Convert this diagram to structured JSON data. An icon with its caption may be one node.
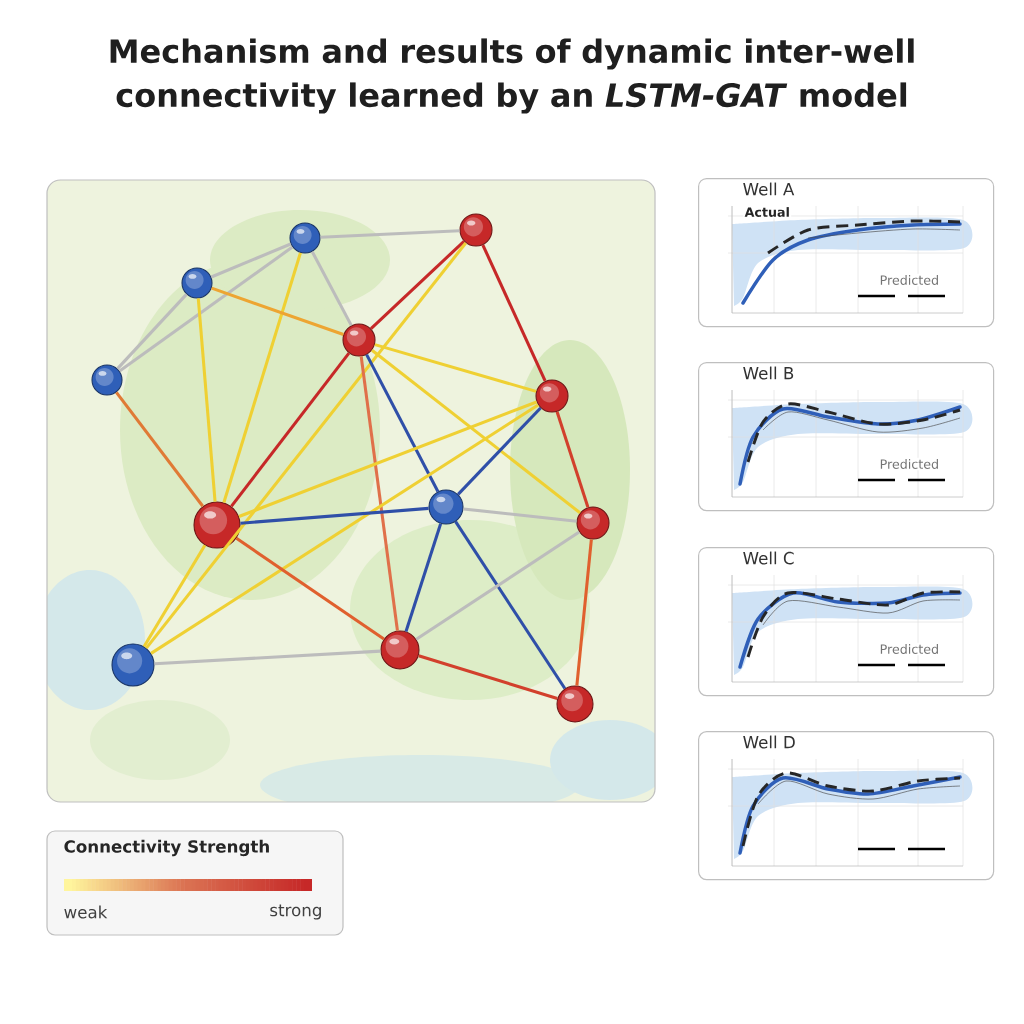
{
  "diagram": {
    "title": "Mechanism and results of dynamic inter-well connectivity learned by an *LSTM-GAT* model",
    "nodes": [
      {
        "text": [],
        "shape": "circle"
      },
      {
        "text": [],
        "shape": "circle"
      },
      {
        "text": [],
        "shape": "circle"
      },
      {
        "text": [],
        "shape": "circle"
      },
      {
        "text": [],
        "shape": "circle"
      },
      {
        "text": [],
        "shape": "circle"
      },
      {
        "text": [],
        "shape": "circle"
      },
      {
        "text": [],
        "shape": "circle"
      },
      {
        "text": [],
        "shape": "circle"
      },
      {
        "text": [],
        "shape": "circle"
      },
      {
        "text": [],
        "shape": "circle"
      },
      {
        "text": [],
        "shape": "circle"
      },
      {
        "text": [
          "Well A",
          "Actual",
          "Predicted"
        ]
      },
      {
        "text": [
          "Well B",
          "Predicted"
        ]
      },
      {
        "text": [
          "Well C",
          "Predicted"
        ]
      },
      {
        "text": [
          "Well D"
        ]
      }
    ],
    "edges": [
      {
        "from": 1,
        "to": 0,
        "arrow": "none",
        "color": "#bcbcbc"
      },
      {
        "from": 1,
        "to": 2,
        "arrow": "none",
        "color": "#bcbcbc"
      },
      {
        "from": 1,
        "to": 3,
        "arrow": "none",
        "color": "#bcbcbc"
      },
      {
        "from": 1,
        "to": 8,
        "arrow": "none",
        "color": "#efd033"
      },
      {
        "from": 1,
        "to": 4,
        "arrow": "none",
        "color": "#bcbcbc"
      },
      {
        "from": 2,
        "to": 4,
        "arrow": "none",
        "color": "#bcbcbc"
      },
      {
        "from": 2,
        "to": 3,
        "arrow": "none",
        "color": "#eda532"
      },
      {
        "from": 2,
        "to": 8,
        "arrow": "none",
        "color": "#efd033"
      },
      {
        "from": 4,
        "to": 8,
        "arrow": "none",
        "color": "#e07a35"
      },
      {
        "from": 0,
        "to": 3,
        "arrow": "none",
        "color": "#c62828"
      },
      {
        "from": 0,
        "to": 5,
        "arrow": "none",
        "color": "#c62828"
      },
      {
        "from": 0,
        "to": 10,
        "arrow": "none",
        "color": "#efd033"
      },
      {
        "from": 3,
        "to": 5,
        "arrow": "none",
        "color": "#efd033"
      },
      {
        "from": 3,
        "to": 8,
        "arrow": "none",
        "color": "#c62828"
      },
      {
        "from": 3,
        "to": 6,
        "arrow": "none",
        "color": "#2f4fa8"
      },
      {
        "from": 3,
        "to": 9,
        "arrow": "none",
        "color": "#e0704a"
      },
      {
        "from": 3,
        "to": 7,
        "arrow": "none",
        "color": "#efd033"
      },
      {
        "from": 5,
        "to": 8,
        "arrow": "none",
        "color": "#efd033"
      },
      {
        "from": 5,
        "to": 6,
        "arrow": "none",
        "color": "#2f4fa8"
      },
      {
        "from": 5,
        "to": 7,
        "arrow": "none",
        "color": "#d2402c"
      },
      {
        "from": 5,
        "to": 10,
        "arrow": "none",
        "color": "#efd033"
      },
      {
        "from": 8,
        "to": 6,
        "arrow": "none",
        "color": "#2f4fa8"
      },
      {
        "from": 8,
        "to": 9,
        "arrow": "none",
        "color": "#e0602e"
      },
      {
        "from": 8,
        "to": 10,
        "arrow": "none",
        "color": "#efd033"
      },
      {
        "from": 6,
        "to": 7,
        "arrow": "none",
        "color": "#bcbcbc"
      },
      {
        "from": 6,
        "to": 9,
        "arrow": "none",
        "color": "#2f4fa8"
      },
      {
        "from": 6,
        "to": 11,
        "arrow": "none",
        "color": "#2f4fa8"
      },
      {
        "from": 7,
        "to": 9,
        "arrow": "none",
        "color": "#bcbcbc"
      },
      {
        "from": 7,
        "to": 11,
        "arrow": "none",
        "color": "#e0602e"
      },
      {
        "from": 9,
        "to": 11,
        "arrow": "none",
        "color": "#d2402c"
      },
      {
        "from": 10,
        "to": 9,
        "arrow": "none",
        "color": "#bcbcbc"
      }
    ],
    "labels": [
      "Connectivity Strength"
    ],
    "legend": [
      {
        "text": "weak",
        "color": "#fff59d"
      },
      {
        "text": "strong",
        "color": "#c62828"
      }
    ]
  }
}
